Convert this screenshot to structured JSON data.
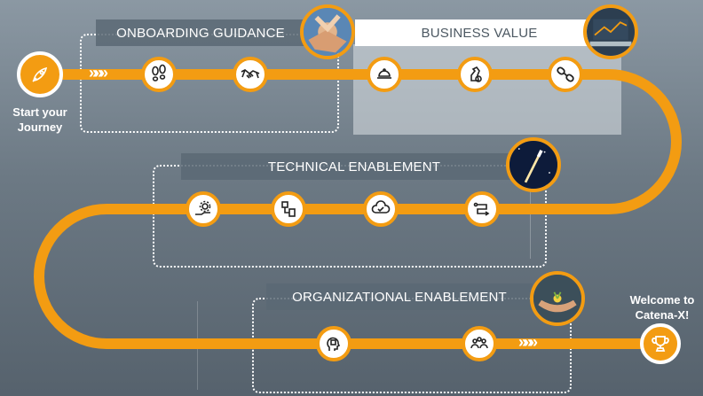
{
  "sections": {
    "onboarding": "ONBOARDING GUIDANCE",
    "business": "BUSINESS VALUE",
    "technical": "TECHNICAL ENABLEMENT",
    "organizational": "ORGANIZATIONAL ENABLEMENT"
  },
  "start": {
    "line1": "Start your",
    "line2": "Journey"
  },
  "end": {
    "line1": "Welcome to",
    "line2": "Catena-X!"
  },
  "arrows": "»»»",
  "colors": {
    "accent": "#f39c12",
    "background": "#6c7984",
    "stroke": "#ffffff"
  },
  "nodes": [
    "rocket-icon",
    "footsteps-icon",
    "handshake-icon",
    "service-tray-icon",
    "chess-knight-icon",
    "link-icon",
    "gear-hand-icon",
    "document-flow-icon",
    "cloud-check-icon",
    "workflow-icon",
    "ai-head-icon",
    "people-icon",
    "trophy-icon"
  ]
}
